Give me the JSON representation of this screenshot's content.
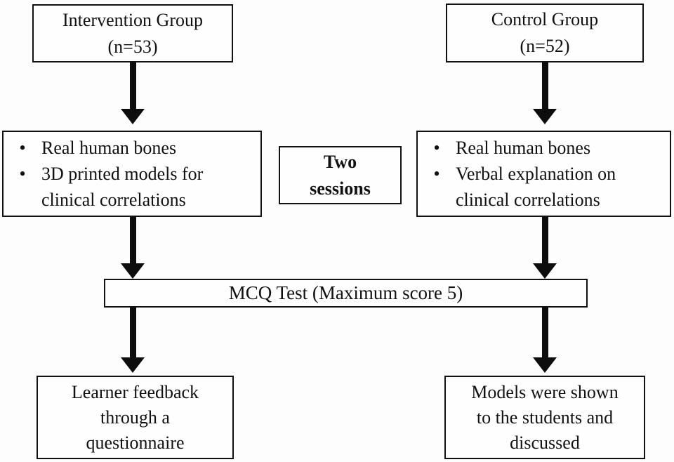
{
  "colors": {
    "background": "#fdfdfd",
    "box_fill": "#fefefe",
    "box_border": "#111111",
    "arrow": "#0d0d0d",
    "text": "#111111"
  },
  "icons": {
    "bullet": "•"
  },
  "boxes": {
    "intervention_group": {
      "lines": [
        "Intervention Group",
        "(n=53)"
      ]
    },
    "control_group": {
      "lines": [
        "Control Group",
        "(n=52)"
      ]
    },
    "intervention_methods": {
      "items": [
        "Real human bones",
        "3D printed models for clinical correlations"
      ]
    },
    "sessions": {
      "lines": [
        "Two",
        "sessions"
      ]
    },
    "control_methods": {
      "items": [
        "Real human bones",
        "Verbal explanation on clinical correlations"
      ]
    },
    "mcq_test": {
      "label": "MCQ Test (Maximum score 5)"
    },
    "learner_feedback": {
      "lines": [
        "Learner feedback",
        "through a",
        "questionnaire"
      ]
    },
    "models_shown": {
      "lines": [
        "Models were shown",
        "to the students and",
        "discussed"
      ]
    }
  }
}
